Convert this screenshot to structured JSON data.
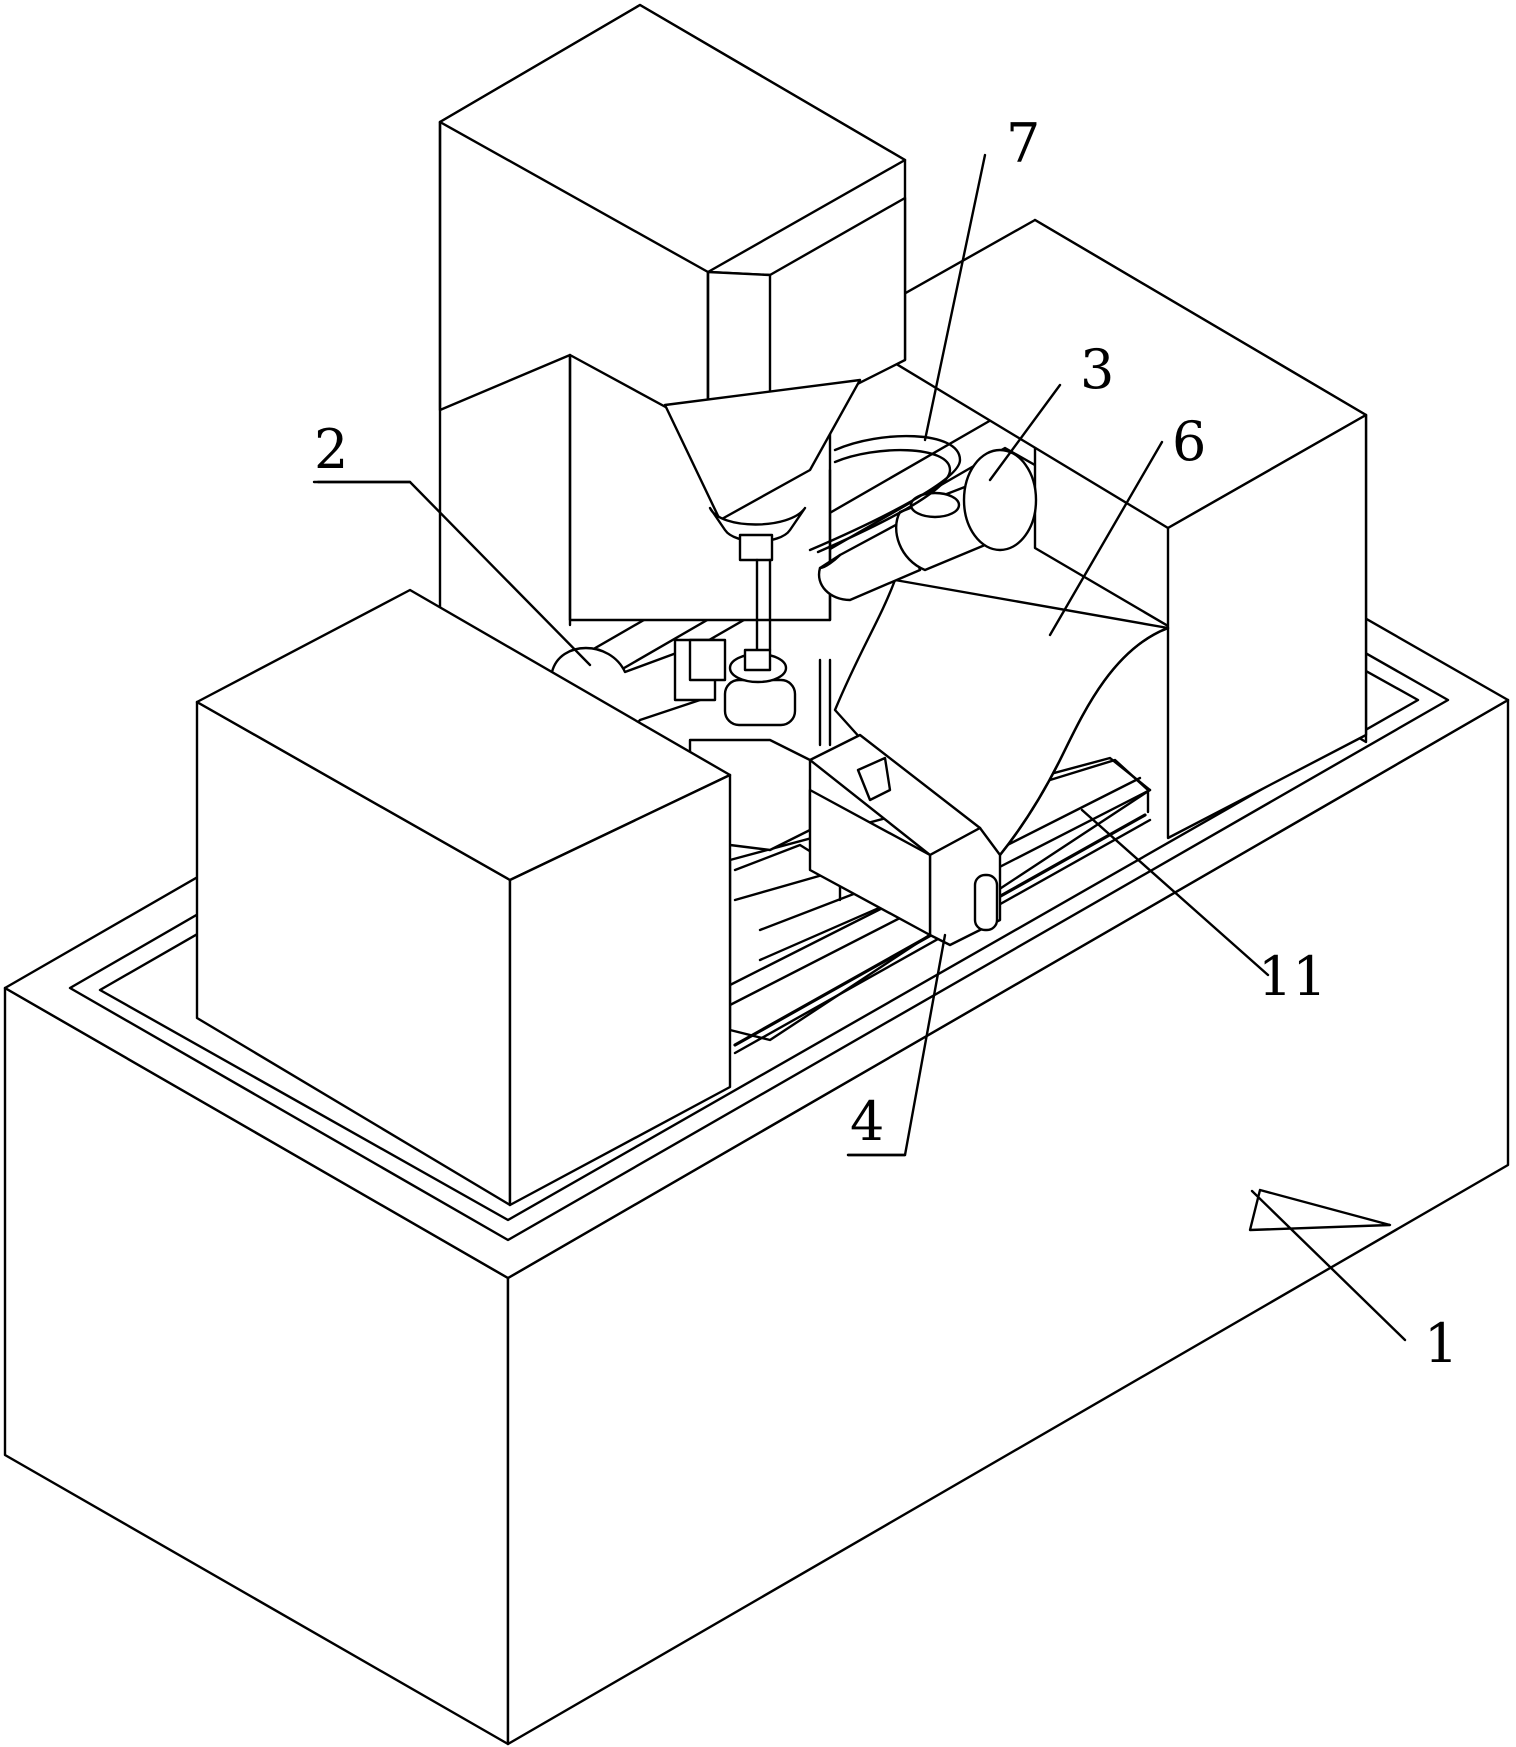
{
  "figure": {
    "callouts": [
      {
        "id": "1",
        "label": "1",
        "underlined": false
      },
      {
        "id": "2",
        "label": "2",
        "underlined": true
      },
      {
        "id": "3",
        "label": "3",
        "underlined": false
      },
      {
        "id": "4",
        "label": "4",
        "underlined": true
      },
      {
        "id": "6",
        "label": "6",
        "underlined": false
      },
      {
        "id": "7",
        "label": "7",
        "underlined": false
      },
      {
        "id": "11",
        "label": "11",
        "underlined": false
      }
    ]
  },
  "colors": {
    "line": "#000000",
    "background": "#ffffff"
  }
}
